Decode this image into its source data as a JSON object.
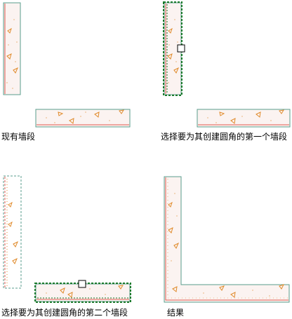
{
  "captions": {
    "existing": "现有墙段",
    "select_first": "选择要为其创建圆角的第一个墙段",
    "select_second": "选择要为其创建圆角的第二个墙段",
    "result": "结果"
  },
  "colors": {
    "wall_outline": "#5a9e8c",
    "wall_fill": "#fbf3f1",
    "inner_line": "#e05a50",
    "hatch": "#e08a2a",
    "selected_outline": "#1a7a2a",
    "dashed_outline": "#5a9e8c",
    "pickbox": "#000000"
  },
  "icons": {
    "pickbox": "square-pickbox-icon",
    "hatch_triangles": "triangle-hatch-icon"
  }
}
